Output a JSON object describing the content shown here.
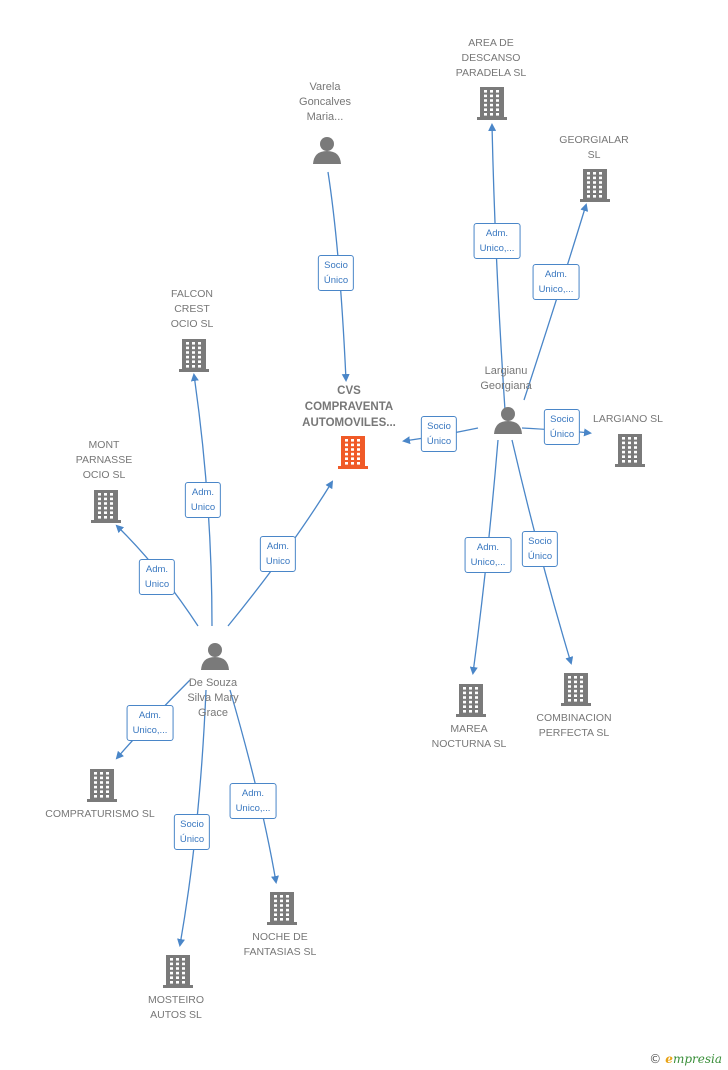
{
  "colors": {
    "edge": "#4a86c8",
    "icon": "#7a7a7a",
    "focus": "#f05a28",
    "label": "#777777"
  },
  "brand": {
    "copyright": "©",
    "initial": "e",
    "rest": "mpresia"
  },
  "nodes": [
    {
      "id": "cvs",
      "type": "company",
      "focus": true,
      "label": "CVS\nCOMPRAVENTA\nAUTOMOVILES..."
    },
    {
      "id": "varela",
      "type": "person",
      "label": "Varela\nGoncalves\nMaria..."
    },
    {
      "id": "largianu",
      "type": "person",
      "label": "Largianu\nGeorgiana"
    },
    {
      "id": "desouza",
      "type": "person",
      "label": "De Souza\nSilva Mary\nGrace"
    },
    {
      "id": "area",
      "type": "company",
      "label": "AREA DE\nDESCANSO\nPARADELA  SL"
    },
    {
      "id": "georgialar",
      "type": "company",
      "label": "GEORGIALAR\nSL"
    },
    {
      "id": "largiano",
      "type": "company",
      "label": "LARGIANO  SL"
    },
    {
      "id": "marea",
      "type": "company",
      "label": "MAREA\nNOCTURNA  SL"
    },
    {
      "id": "combinacion",
      "type": "company",
      "label": "COMBINACION\nPERFECTA  SL"
    },
    {
      "id": "falcon",
      "type": "company",
      "label": "FALCON\nCREST\nOCIO SL"
    },
    {
      "id": "mont",
      "type": "company",
      "label": "MONT\nPARNASSE\nOCIO SL"
    },
    {
      "id": "compraturismo",
      "type": "company",
      "label": "COMPRATURISMO SL"
    },
    {
      "id": "mosteiro",
      "type": "company",
      "label": "MOSTEIRO\nAUTOS  SL"
    },
    {
      "id": "noche",
      "type": "company",
      "label": "NOCHE DE\nFANTASIAS  SL"
    }
  ],
  "edges": [
    {
      "from": "varela",
      "to": "cvs",
      "label": "Socio\nÚnico"
    },
    {
      "from": "largianu",
      "to": "cvs",
      "label": "Socio\nÚnico"
    },
    {
      "from": "largianu",
      "to": "area",
      "label": "Adm.\nUnico,..."
    },
    {
      "from": "largianu",
      "to": "georgialar",
      "label": "Adm.\nUnico,..."
    },
    {
      "from": "largianu",
      "to": "largiano",
      "label": "Socio\nÚnico"
    },
    {
      "from": "largianu",
      "to": "marea",
      "label": "Adm.\nUnico,..."
    },
    {
      "from": "largianu",
      "to": "combinacion",
      "label": "Socio\nÚnico"
    },
    {
      "from": "desouza",
      "to": "cvs",
      "label": "Adm.\nUnico"
    },
    {
      "from": "desouza",
      "to": "falcon",
      "label": "Adm.\nUnico"
    },
    {
      "from": "desouza",
      "to": "mont",
      "label": "Adm.\nUnico"
    },
    {
      "from": "desouza",
      "to": "compraturismo",
      "label": "Adm.\nUnico,..."
    },
    {
      "from": "desouza",
      "to": "mosteiro",
      "label": "Socio\nÚnico"
    },
    {
      "from": "desouza",
      "to": "noche",
      "label": "Adm.\nUnico,..."
    }
  ]
}
